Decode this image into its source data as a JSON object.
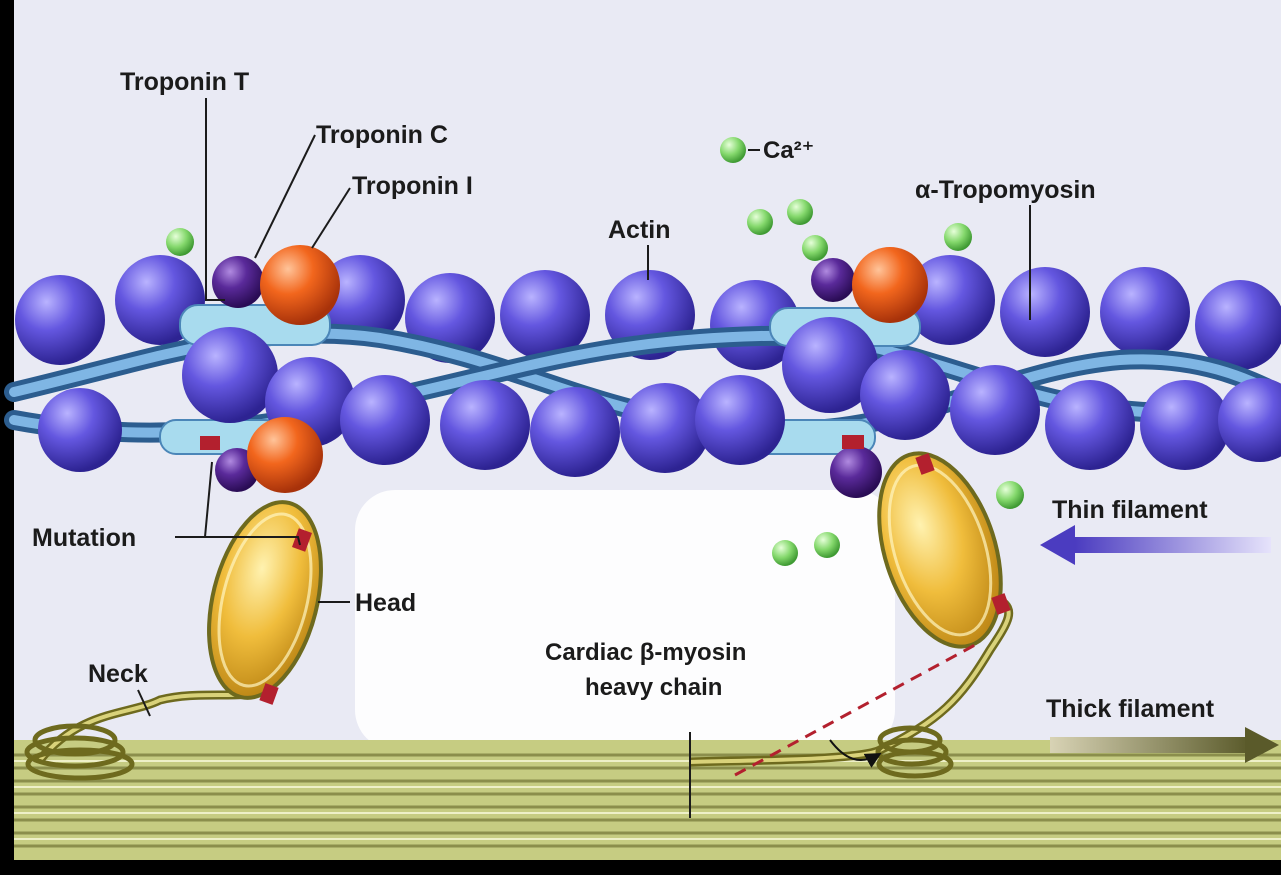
{
  "labels": {
    "troponin_t": "Troponin T",
    "troponin_c": "Troponin C",
    "troponin_i": "Troponin I",
    "calcium": "Ca²⁺",
    "actin": "Actin",
    "tropomyosin": "α-Tropomyosin",
    "thin_filament": "Thin filament",
    "thick_filament": "Thick filament",
    "mutation": "Mutation",
    "head": "Head",
    "neck": "Neck",
    "myosin_line1": "Cardiac β-myosin",
    "myosin_line2": "heavy chain"
  },
  "colors": {
    "background": "#e9eaf4",
    "actin": "#5a4fd6",
    "troponin_c": "#4a1f86",
    "troponin_i": "#f2661d",
    "tropomyosin": "#5c95c9",
    "calcium": "#84d86c",
    "myosin_head": "#f0bd3c",
    "mutation": "#b3202e",
    "thick_filament": "#c6cc82",
    "thin_arrow": "#6e5fd0",
    "thick_arrow": "#5a5a2a"
  }
}
